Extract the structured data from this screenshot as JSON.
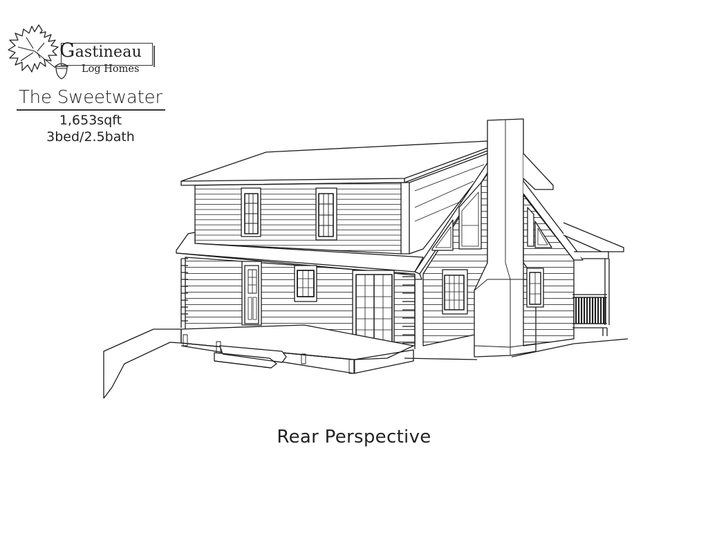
{
  "logo": {
    "company_name": "Gastineau",
    "company_name_cap": "G",
    "company_name_rest": "astineau",
    "company_sub": "Log Homes",
    "icons": [
      "oak-leaf-icon",
      "acorn-icon"
    ]
  },
  "plan": {
    "name": "The Sweetwater",
    "square_footage": "1,653sqft",
    "beds_baths": "3bed/2.5bath"
  },
  "drawing": {
    "subject": "log home rear elevation line drawing",
    "view_caption": "Rear Perspective",
    "line_color": "#1a1a1a",
    "background_color": "#ffffff"
  }
}
